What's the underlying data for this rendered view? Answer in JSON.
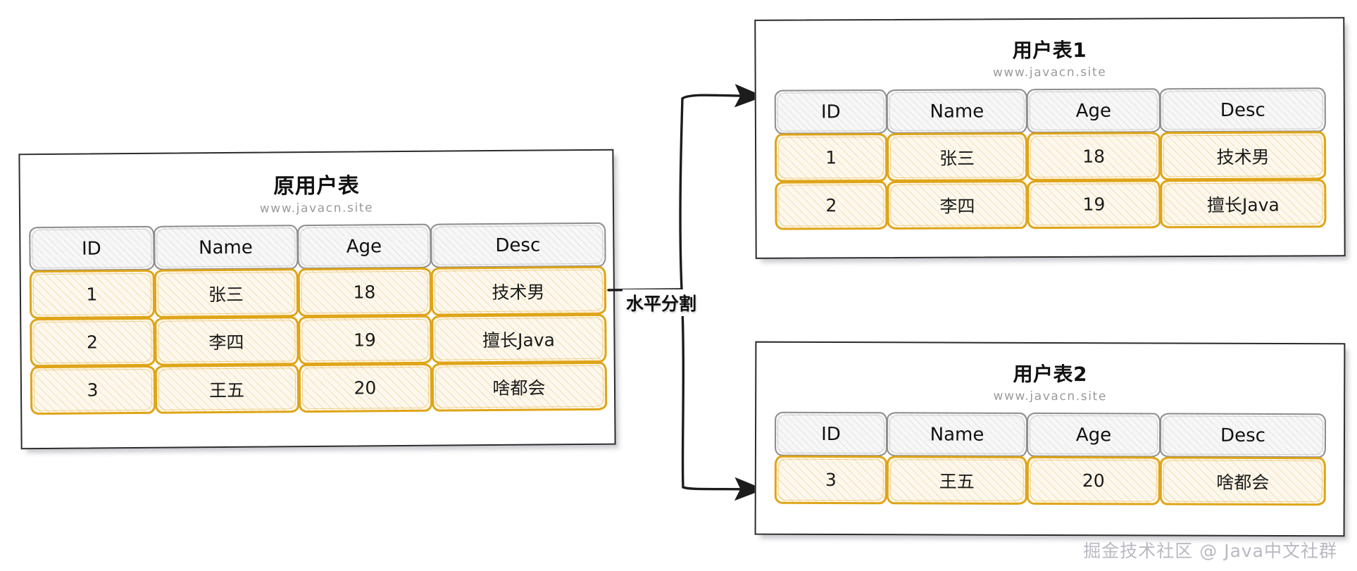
{
  "diagram": {
    "kind": "horizontal-sharding-diagram",
    "split_label": "水平分割",
    "watermark": "掘金技术社区 @ Java中文社群",
    "colors": {
      "header_border": "#8d8d8d",
      "header_fill": "#f7f7f7",
      "body_border": "#dfa518",
      "body_fill": "#fdf8ef",
      "panel_border": "#2b2b2b",
      "subtitle": "#9a9a9a",
      "watermark": "#b9b9c2"
    }
  },
  "columns": [
    "ID",
    "Name",
    "Age",
    "Desc"
  ],
  "tables": {
    "source": {
      "title": "原用户表",
      "subtitle": "www.javacn.site",
      "headers": [
        "ID",
        "Name",
        "Age",
        "Desc"
      ],
      "rows": [
        [
          "1",
          "张三",
          "18",
          "技术男"
        ],
        [
          "2",
          "李四",
          "19",
          "擅长Java"
        ],
        [
          "3",
          "王五",
          "20",
          "啥都会"
        ]
      ]
    },
    "shard1": {
      "title": "用户表1",
      "subtitle": "www.javacn.site",
      "headers": [
        "ID",
        "Name",
        "Age",
        "Desc"
      ],
      "rows": [
        [
          "1",
          "张三",
          "18",
          "技术男"
        ],
        [
          "2",
          "李四",
          "19",
          "擅长Java"
        ]
      ]
    },
    "shard2": {
      "title": "用户表2",
      "subtitle": "www.javacn.site",
      "headers": [
        "ID",
        "Name",
        "Age",
        "Desc"
      ],
      "rows": [
        [
          "3",
          "王五",
          "20",
          "啥都会"
        ]
      ]
    }
  }
}
